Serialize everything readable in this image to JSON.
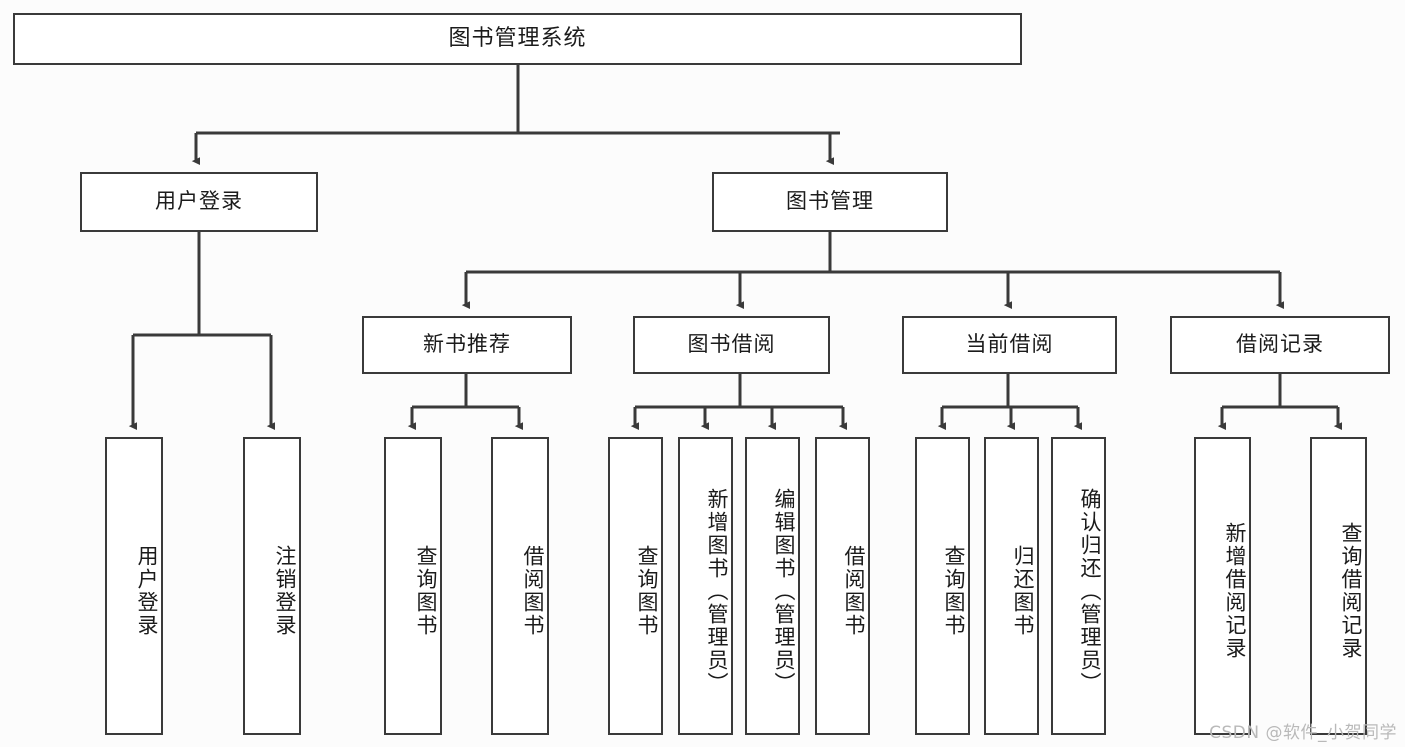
{
  "diagram": {
    "title": "图书管理系统",
    "watermark": "CSDN @软件_小贺同学",
    "colors": {
      "background": "#fcfcfc",
      "node_fill": "#ffffff",
      "node_border": "#3a3a3a",
      "edge": "#3a3a3a",
      "text": "#1b1b1b",
      "watermark": "#b9b9b9"
    },
    "levels": {
      "root": "图书管理系统",
      "tier2": [
        "用户登录",
        "图书管理"
      ],
      "tier3": [
        "新书推荐",
        "图书借阅",
        "当前借阅",
        "借阅记录"
      ]
    },
    "nodes": {
      "root": "图书管理系统",
      "user_login": "用户登录",
      "book_manage": "图书管理",
      "new_book_recommend": "新书推荐",
      "book_borrow": "图书借阅",
      "current_borrow": "当前借阅",
      "borrow_record": "借阅记录",
      "leaf_user_login": "用户登录",
      "leaf_logout": "注销登录",
      "leaf_query_book_1": "查询图书",
      "leaf_borrow_book_1": "借阅图书",
      "leaf_query_book_2": "查询图书",
      "leaf_add_book_admin": "新增图书（管理员）",
      "leaf_edit_book_admin": "编辑图书（管理员）",
      "leaf_borrow_book_2": "借阅图书",
      "leaf_query_book_3": "查询图书",
      "leaf_return_book": "归还图书",
      "leaf_confirm_return_admin": "确认归还（管理员）",
      "leaf_add_borrow_record": "新增借阅记录",
      "leaf_query_borrow_record": "查询借阅记录"
    }
  }
}
